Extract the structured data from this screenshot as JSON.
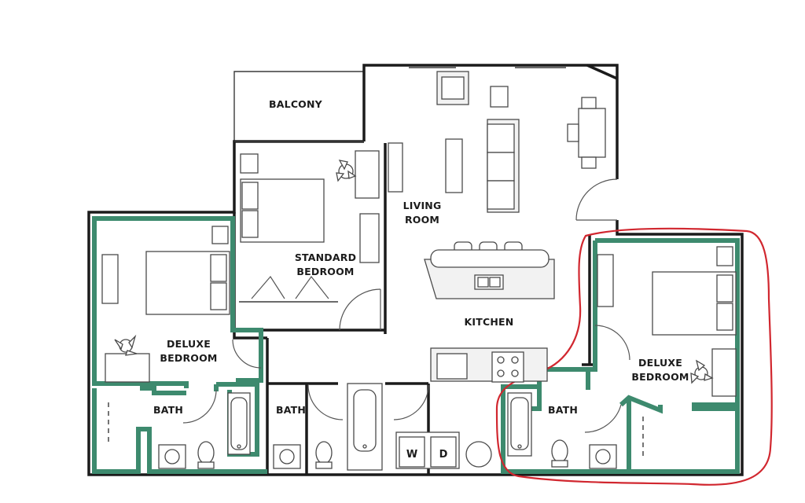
{
  "colors": {
    "walls": "#1b1b1b",
    "highlight": "#3d8a6e",
    "annotation": "#d1272f"
  },
  "rooms": {
    "balcony": [
      "BALCONY"
    ],
    "living": [
      "LIVING",
      "ROOM"
    ],
    "standard_bedroom": [
      "STANDARD",
      "BEDROOM"
    ],
    "kitchen": [
      "KITCHEN"
    ],
    "deluxe_left": [
      "DELUXE",
      "BEDROOM"
    ],
    "deluxe_right": [
      "DELUXE",
      "BEDROOM"
    ],
    "bath_left": [
      "BATH"
    ],
    "bath_center": [
      "BATH"
    ],
    "bath_right": [
      "BATH"
    ]
  },
  "appliances": {
    "washer": "W",
    "dryer": "D"
  },
  "icons": [
    "ceiling-fan-icon",
    "bed-icon",
    "sink-icon",
    "toilet-icon",
    "bathtub-icon",
    "stove-icon",
    "door-swing-icon"
  ]
}
